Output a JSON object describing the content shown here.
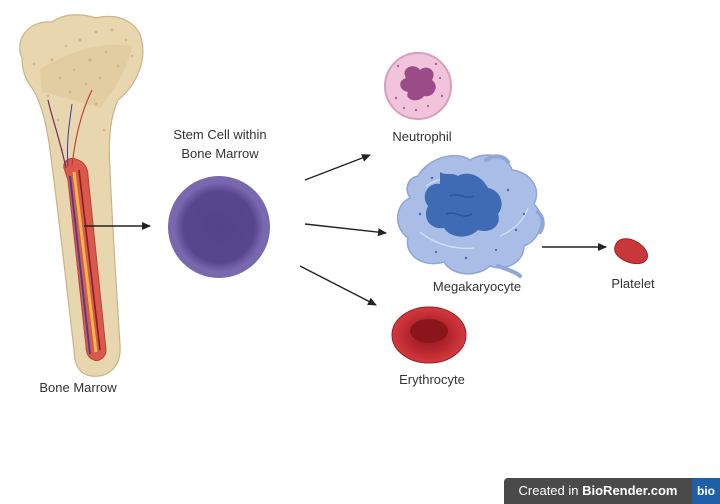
{
  "labels": {
    "bone_marrow": "Bone Marrow",
    "stem_cell_line1": "Stem Cell within",
    "stem_cell_line2": "Bone Marrow",
    "neutrophil": "Neutrophil",
    "megakaryocyte": "Megakaryocyte",
    "platelet": "Platelet",
    "erythrocyte": "Erythrocyte"
  },
  "watermark": {
    "prefix": "Created in ",
    "brand": "BioRender.com",
    "logo": "bio"
  },
  "colors": {
    "stem_cell": "#5b4a94",
    "neutrophil": "#e8b3cf",
    "neutrophil_nucleus": "#9a4a86",
    "megakaryocyte": "#a9bde6",
    "megakaryocyte_nucleus": "#3f6ab4",
    "erythrocyte": "#c0282f",
    "platelet": "#c8383a",
    "bone": "#e4d3aa",
    "marrow": "#d9574a"
  },
  "icons": [
    "femur-bone-icon",
    "stem-cell-icon",
    "neutrophil-icon",
    "megakaryocyte-icon",
    "platelet-icon",
    "erythrocyte-icon"
  ]
}
